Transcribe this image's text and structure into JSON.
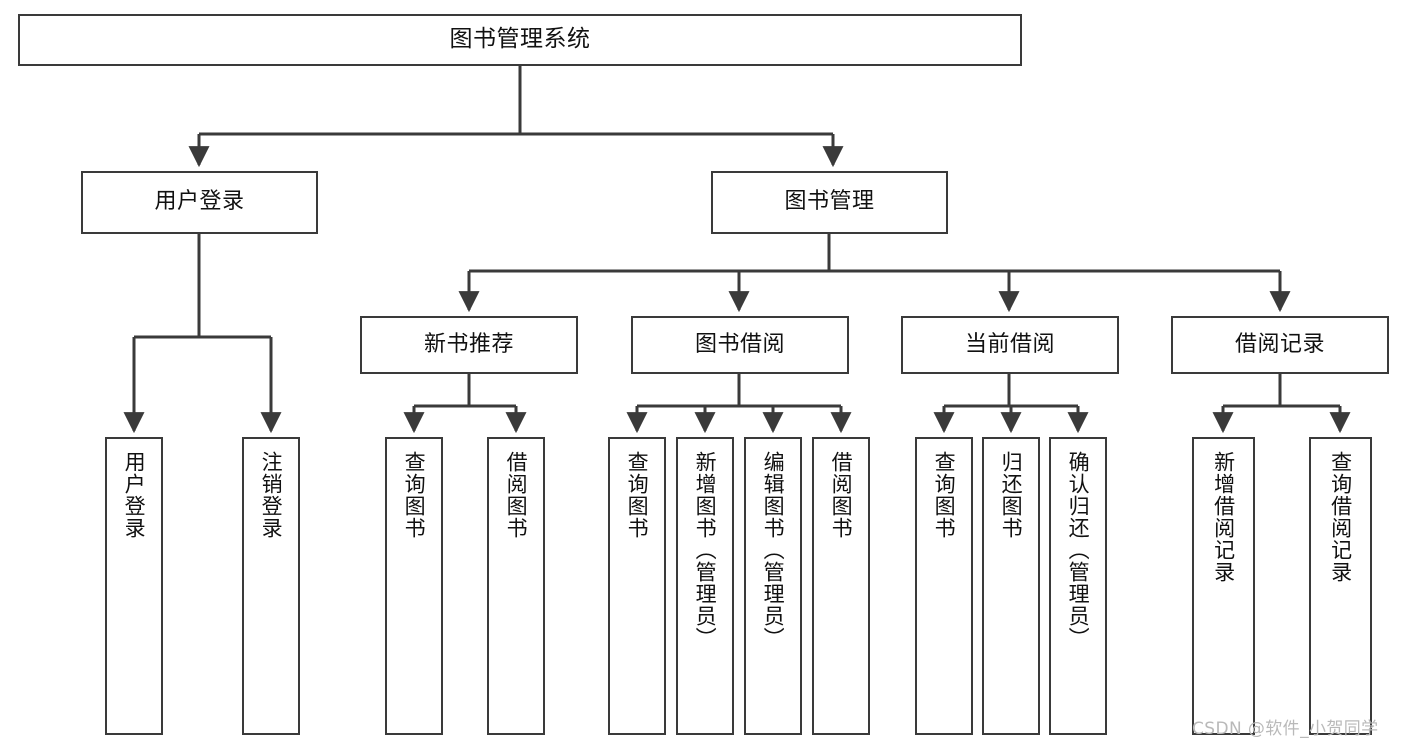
{
  "diagram": {
    "title": "图书管理系统",
    "type": "tree-hierarchy",
    "watermark": "CSDN @软件_小贺同学",
    "colors": {
      "box_border": "#3a3a3a",
      "box_fill": "#ffffff",
      "edge": "#3a3a3a",
      "text": "#111111",
      "watermark": "#b9b9b9"
    },
    "root": {
      "label": "图书管理系统"
    },
    "level2": [
      {
        "label": "用户登录"
      },
      {
        "label": "图书管理"
      }
    ],
    "level3": [
      {
        "label": "新书推荐"
      },
      {
        "label": "图书借阅"
      },
      {
        "label": "当前借阅"
      },
      {
        "label": "借阅记录"
      }
    ],
    "leaves": {
      "user_login": [
        {
          "label": "用户登录"
        },
        {
          "label": "注销登录"
        }
      ],
      "new_book": [
        {
          "label": "查询图书"
        },
        {
          "label": "借阅图书"
        }
      ],
      "borrow": [
        {
          "label": "查询图书"
        },
        {
          "label": "新增图书（管理员）"
        },
        {
          "label": "编辑图书（管理员）"
        },
        {
          "label": "借阅图书"
        }
      ],
      "current": [
        {
          "label": "查询图书"
        },
        {
          "label": "归还图书"
        },
        {
          "label": "确认归还（管理员）"
        }
      ],
      "records": [
        {
          "label": "新增借阅记录"
        },
        {
          "label": "查询借阅记录"
        }
      ]
    }
  }
}
